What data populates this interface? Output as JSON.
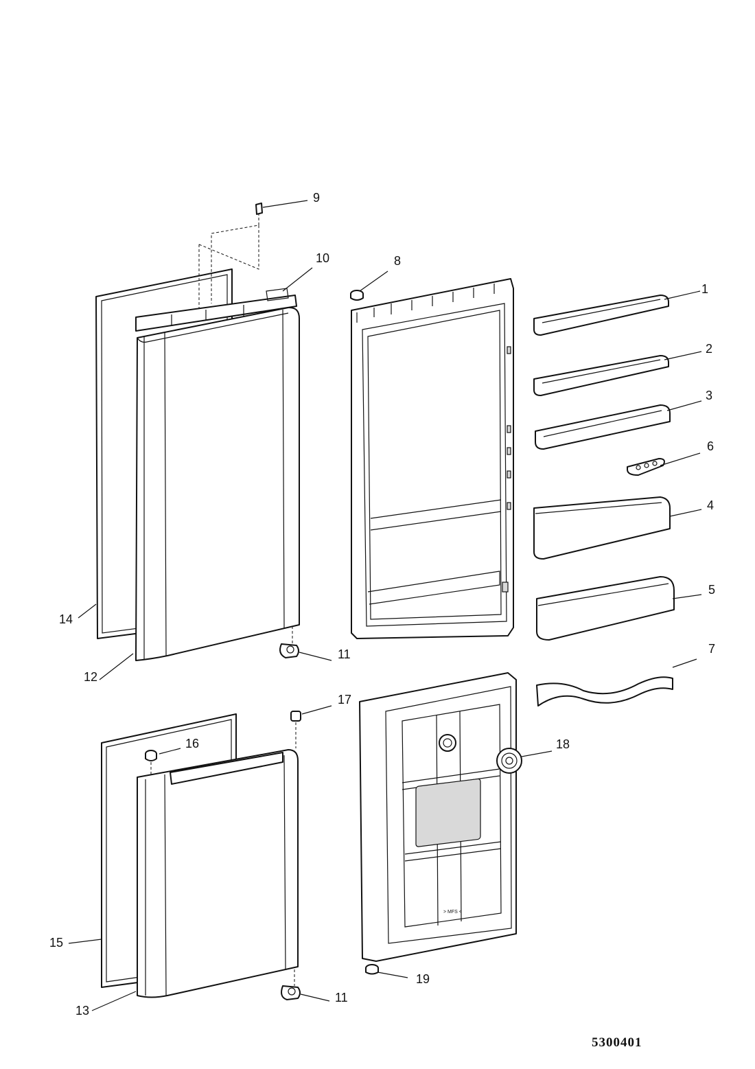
{
  "diagram": {
    "drawing_code": "5300401",
    "callouts": [
      {
        "id": "c1",
        "label": "1"
      },
      {
        "id": "c2",
        "label": "2"
      },
      {
        "id": "c3",
        "label": "3"
      },
      {
        "id": "c4",
        "label": "4"
      },
      {
        "id": "c5",
        "label": "5"
      },
      {
        "id": "c6",
        "label": "6"
      },
      {
        "id": "c7",
        "label": "7"
      },
      {
        "id": "c8",
        "label": "8"
      },
      {
        "id": "c9",
        "label": "9"
      },
      {
        "id": "c10",
        "label": "10"
      },
      {
        "id": "c11a",
        "label": "11"
      },
      {
        "id": "c11b",
        "label": "11"
      },
      {
        "id": "c12",
        "label": "12"
      },
      {
        "id": "c13",
        "label": "13"
      },
      {
        "id": "c14",
        "label": "14"
      },
      {
        "id": "c15",
        "label": "15"
      },
      {
        "id": "c16",
        "label": "16"
      },
      {
        "id": "c17",
        "label": "17"
      },
      {
        "id": "c18",
        "label": "18"
      },
      {
        "id": "c19",
        "label": "19"
      }
    ],
    "panel_marking": "> MFS <"
  }
}
